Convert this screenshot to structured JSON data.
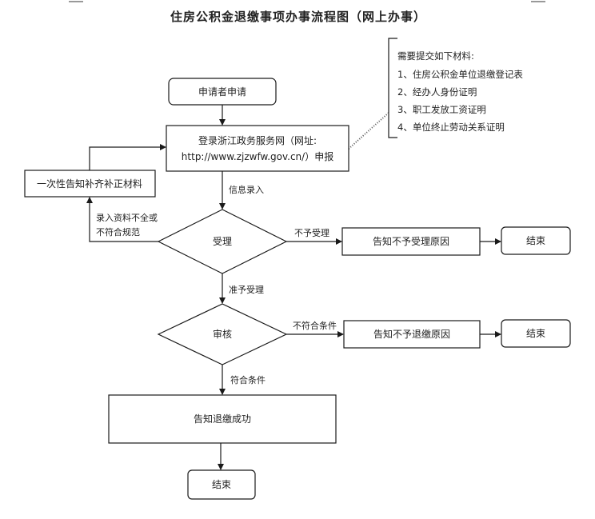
{
  "title": "住房公积金退缴事项办事流程图（网上办事）",
  "nodes": {
    "apply": "申请者申请",
    "login_line1": "登录浙江政务服务网（网址:",
    "login_line2": "http://www.zjzwfw.gov.cn/）申报",
    "notify_once": "一次性告知补齐补正材料",
    "accept": "受理",
    "reject_accept": "告知不予受理原因",
    "end1": "结束",
    "review": "审核",
    "reject_refund": "告知不予退缴原因",
    "end2": "结束",
    "success": "告知退缴成功",
    "end3": "结束"
  },
  "edges": {
    "info_entry": "信息录入",
    "incomplete_line1": "录入资料不全或",
    "incomplete_line2": "不符合规范",
    "not_accepted": "不予受理",
    "accepted": "准予受理",
    "not_qualified": "不符合条件",
    "qualified": "符合条件"
  },
  "materials": {
    "heading": "需要提交如下材料:",
    "items": [
      "1、住房公积金单位退缴登记表",
      "2、经办人身份证明",
      "3、职工发放工资证明",
      "4、单位终止劳动关系证明"
    ]
  }
}
